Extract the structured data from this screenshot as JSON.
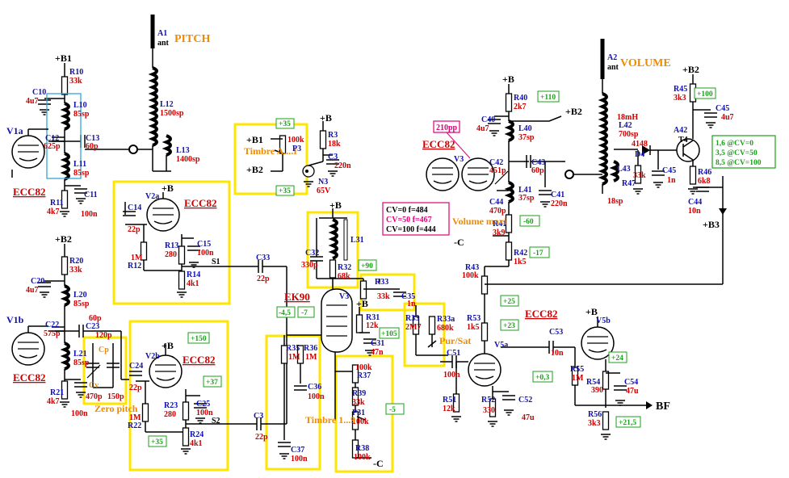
{
  "tubes": {
    "v1a": {
      "ref": "V1a",
      "type": "ECC82"
    },
    "v1b": {
      "ref": "V1b",
      "type": "ECC82"
    },
    "v2a": {
      "ref": "V2a",
      "type": "ECC82"
    },
    "v2b": {
      "ref": "V2b",
      "type": "ECC82"
    },
    "v3": {
      "ref": "V3",
      "type": "EK90"
    },
    "v3b": {
      "ref": "V3",
      "type": "ECC82"
    },
    "v5a": {
      "ref": "V5a",
      "type": "ECC82"
    },
    "v5b": {
      "ref": "V5b"
    }
  },
  "antennas": {
    "a1": {
      "ref": "A1",
      "name": "ant",
      "function": "PITCH"
    },
    "a2": {
      "ref": "A2",
      "name": "ant",
      "function": "VOLUME"
    }
  },
  "rails": {
    "b1": "+B1",
    "b2": "+B2",
    "b": "+B",
    "b3": "+B3",
    "c": "-C"
  },
  "osc1": {
    "r10": [
      "R10",
      "33k"
    ],
    "c10": [
      "C10",
      "4u7"
    ],
    "l10": [
      "L10",
      "85sp"
    ],
    "c12": [
      "C12",
      "625p"
    ],
    "c13": [
      "C13",
      "60p"
    ],
    "l11": [
      "L11",
      "85sp"
    ],
    "r11": [
      "R11",
      "4k7"
    ],
    "c11": [
      "C11",
      "100n"
    ]
  },
  "osc2": {
    "r20": [
      "R20",
      "33k"
    ],
    "c20": [
      "C20",
      "4u7"
    ],
    "l20": [
      "L20",
      "85sp"
    ],
    "c22": [
      "C22",
      "575p"
    ],
    "c23": [
      "C23",
      "60p"
    ],
    "c23b": "120p",
    "l21": [
      "L21",
      "85sp"
    ],
    "r21": [
      "R21",
      "4k7"
    ],
    "c21": "100n",
    "cv": "Cv",
    "cp": "Cp",
    "cv_val": "470p",
    "cp_val": "150p",
    "zero": "Zero pitch"
  },
  "pitch": {
    "l12": [
      "L12",
      "1500sp"
    ],
    "l13": [
      "L13",
      "1400sp"
    ],
    "c14": [
      "C14",
      "22p"
    ],
    "r12": [
      "R12",
      "1M"
    ],
    "r13": [
      "R13",
      "280"
    ],
    "c15": [
      "C15",
      "100n"
    ],
    "r14": [
      "R14",
      "4k1"
    ],
    "s1": "S1",
    "c33": [
      "C33",
      "22p"
    ]
  },
  "timbre_ai": {
    "p3": [
      "P3",
      "100k"
    ],
    "label": "Timbre A....I",
    "b1": "+B1",
    "b2": "+B2",
    "r3": [
      "R3",
      "18k"
    ],
    "c3": [
      "C3",
      "220n"
    ],
    "n3": [
      "N3",
      "65V"
    ],
    "v35a": "+35",
    "v35b": "+35",
    "b": "+B"
  },
  "mixer": {
    "c24": [
      "C24",
      "22p"
    ],
    "r22": [
      "R22",
      "1M"
    ],
    "r23": [
      "R23",
      "280"
    ],
    "c25": [
      "C25",
      "100n"
    ],
    "r24": [
      "R24",
      "4k1"
    ],
    "s2": "S2",
    "c3x": "C3",
    "c3x_val": "22p",
    "v150": "+150",
    "v37": "+37",
    "v35": "+35"
  },
  "ek90": {
    "l31": "L31",
    "c32": [
      "C32",
      "330p"
    ],
    "r32": [
      "R32",
      "68k"
    ],
    "r33": [
      "R33",
      "33k"
    ],
    "c35": [
      "C35",
      "1n"
    ],
    "r31": [
      "R31",
      "12k"
    ],
    "c31": [
      "C31",
      "47n"
    ],
    "r35": [
      "R35",
      "1M"
    ],
    "r36": [
      "R36",
      "1M"
    ],
    "c36": [
      "C36",
      "100n"
    ],
    "c37": [
      "C37",
      "100n"
    ],
    "r37": [
      "R37",
      "100k"
    ],
    "r39": [
      "R39",
      "33k"
    ],
    "p31": [
      "P31",
      "100k"
    ],
    "r38": [
      "R38",
      "100k"
    ],
    "timbre": "Timbre 1...9",
    "v90": "+90",
    "v45": "-4,5",
    "v7": "-7",
    "v105": "+105",
    "v5": "-5",
    "c": "-C",
    "b": "+B"
  },
  "pursat": {
    "r33b": [
      "R33",
      "2M7"
    ],
    "p33a": [
      "R33a",
      "680k"
    ],
    "label": "Pur/Sat"
  },
  "volume_osc": {
    "r40": [
      "R40",
      "2k7"
    ],
    "c40": [
      "C40",
      "4u7"
    ],
    "l40": [
      "L40",
      "37sp"
    ],
    "c42": [
      "C42",
      "451p"
    ],
    "c43": [
      "C43",
      "60p"
    ],
    "c44": [
      "C44",
      "470p"
    ],
    "l41": [
      "L41",
      "37sp"
    ],
    "c41": [
      "C41",
      "220n"
    ],
    "r41": [
      "R41",
      "3k9"
    ],
    "r42": [
      "R42",
      "1k5"
    ],
    "r43": [
      "R43",
      "100k"
    ],
    "c210": "210pp",
    "v110": "+110",
    "v60": "-60",
    "v17": "-17",
    "b2": "+B2",
    "vol": "Volume maxi",
    "c": "-C"
  },
  "cv_table": [
    "CV=0   f=484",
    "CV=50   f=467",
    "CV=100   f=444"
  ],
  "volume_det": {
    "l42": [
      "L42",
      "18mH",
      "700sp"
    ],
    "l43": [
      "L43",
      "18sp"
    ],
    "d4": [
      "D4",
      "4148"
    ],
    "r47": [
      "R47",
      "33k"
    ],
    "c45a": [
      "C45",
      "1n"
    ],
    "a42": [
      "A42",
      "T4"
    ],
    "r45": [
      "R45",
      "3k3"
    ],
    "c45": [
      "C45",
      "4u7"
    ],
    "r46": [
      "R46",
      "6k8"
    ],
    "c44b": [
      "C44",
      "10n"
    ],
    "v100": "+100",
    "b2": "+B2",
    "cv_levels": [
      "1,6  @CV=0",
      "3,5  @CV=50",
      "8,5  @CV=100"
    ]
  },
  "output": {
    "r53": [
      "R53",
      "1k5"
    ],
    "c51": [
      "C51",
      "100n"
    ],
    "r51": [
      "R51",
      "12k"
    ],
    "r52": [
      "R52",
      "330"
    ],
    "c52": [
      "C52",
      "47u"
    ],
    "c53": [
      "C53",
      "10n"
    ],
    "r55": [
      "R55",
      "1M"
    ],
    "r54": [
      "R54",
      "390"
    ],
    "c54": [
      "C54",
      "47u"
    ],
    "r56": [
      "R56",
      "3k3"
    ],
    "bf": "BF",
    "v25": "+25",
    "v23": "+23",
    "v03": "+0,3",
    "v24": "+24",
    "v215": "+21,5",
    "b": "+B"
  }
}
